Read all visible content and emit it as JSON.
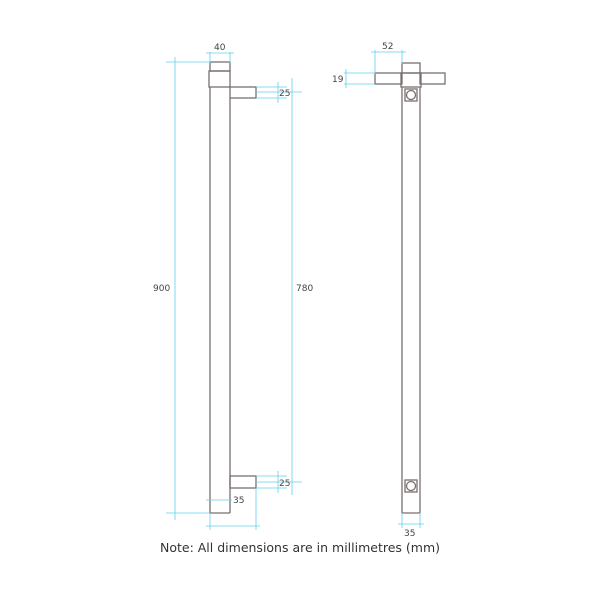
{
  "drawing": {
    "side_view": {
      "dims": {
        "top_width": "40",
        "arm_top": "25",
        "total_height": "900",
        "arm_spacing": "780",
        "arm_bottom": "25",
        "bar_width": "35"
      }
    },
    "front_view": {
      "dims": {
        "arm_length": "52",
        "arm_height": "19",
        "bar_width": "35"
      }
    },
    "colors": {
      "part_outline": "#7a6f6f",
      "dimension_line": "#5fd0ee",
      "text": "#444444"
    }
  },
  "note": "Note: All dimensions are in millimetres (mm)"
}
